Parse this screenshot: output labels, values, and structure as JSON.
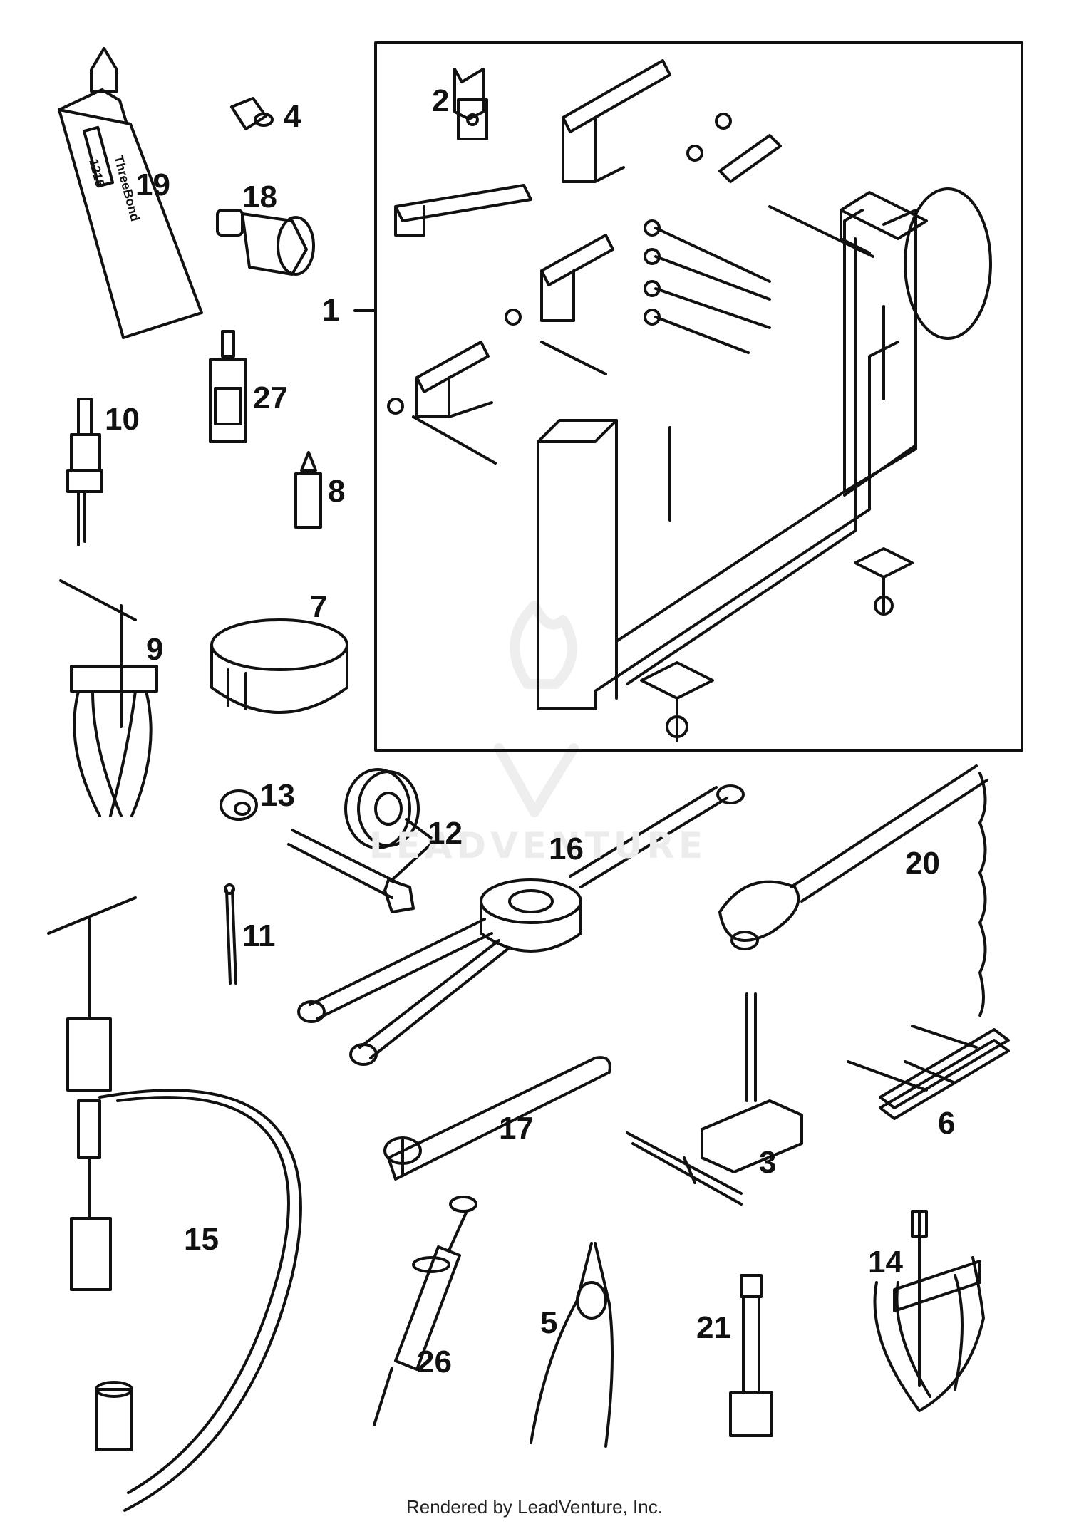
{
  "callouts": {
    "c1": "1",
    "c2": "2",
    "c3": "3",
    "c4": "4",
    "c5": "5",
    "c6": "6",
    "c7": "7",
    "c8": "8",
    "c9": "9",
    "c10": "10",
    "c11": "11",
    "c12": "12",
    "c13": "13",
    "c14": "14",
    "c15": "15",
    "c16": "16",
    "c17": "17",
    "c18": "18",
    "c19": "19",
    "c20": "20",
    "c21": "21",
    "c26": "26",
    "c27": "27"
  },
  "tube_label": {
    "brand": "ThreeBond",
    "code": "1215"
  },
  "watermark": "LEADVENTURE",
  "footer": "Rendered by LeadVenture, Inc."
}
